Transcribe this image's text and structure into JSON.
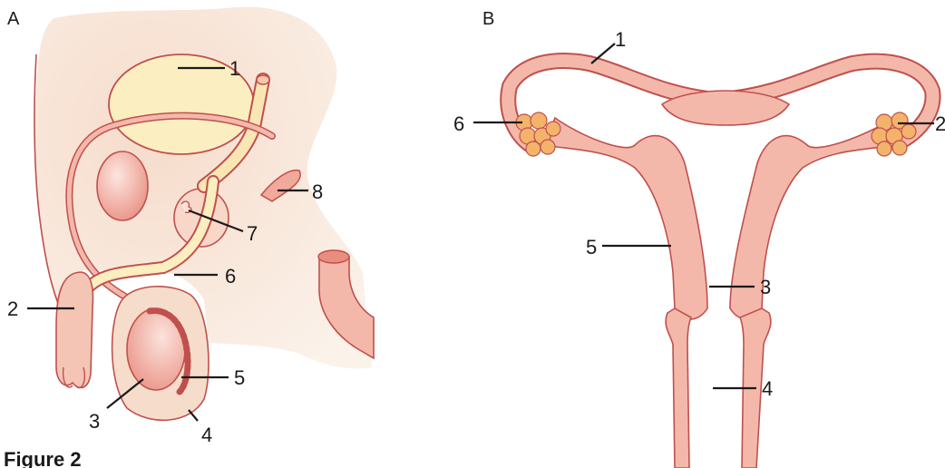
{
  "figure": {
    "caption": "Figure 2"
  },
  "panel_a": {
    "letter": "A",
    "labels": [
      "1",
      "2",
      "3",
      "4",
      "5",
      "6",
      "7",
      "8"
    ]
  },
  "panel_b": {
    "letter": "B",
    "labels": [
      "1",
      "2",
      "3",
      "4",
      "5",
      "6"
    ]
  },
  "colors": {
    "tissue": "#f7d3c0",
    "skin": "#f6e3d4",
    "bladder": "#fbeec0",
    "tube": "#f0b1a4",
    "outline": "#c0504d",
    "ovary": "#f4b36b",
    "organ_pink": "#f4b8ab"
  }
}
